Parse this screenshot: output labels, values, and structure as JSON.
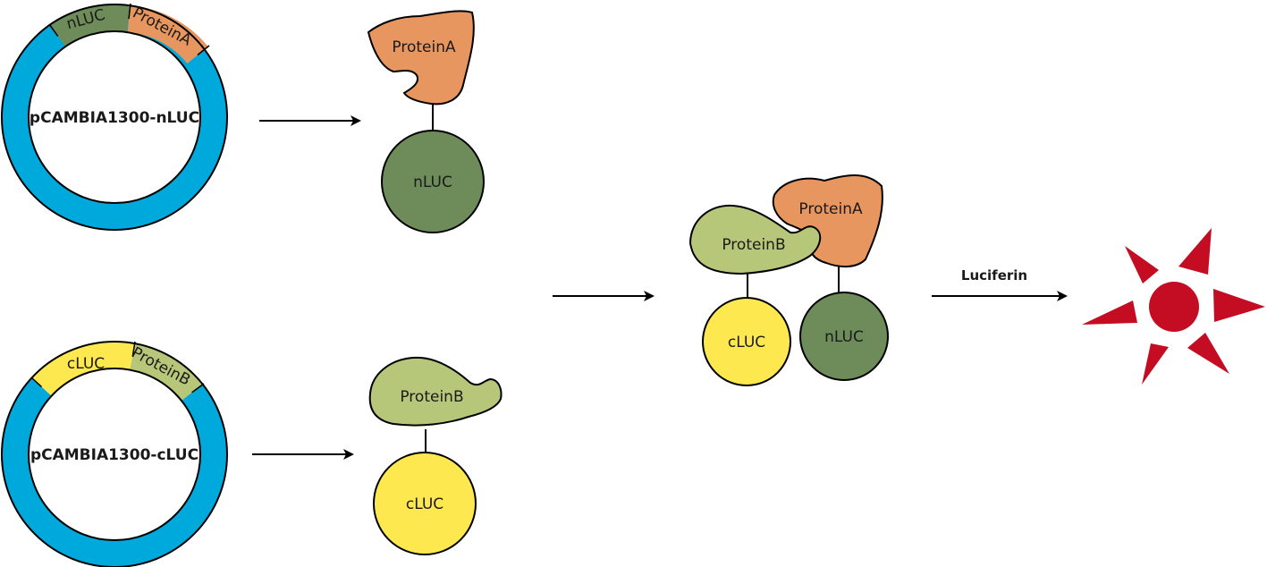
{
  "plasmid_top": {
    "name": "pCAMBIA1300-nLUC",
    "seg1": "nLUC",
    "seg2": "ProteinA"
  },
  "plasmid_bottom": {
    "name": "pCAMBIA1300-cLUC",
    "seg1": "cLUC",
    "seg2": "ProteinB"
  },
  "fusion_top": {
    "protein": "ProteinA",
    "luc": "nLUC"
  },
  "fusion_bottom": {
    "protein": "ProteinB",
    "luc": "cLUC"
  },
  "complex": {
    "proteinB": "ProteinB",
    "proteinA": "ProteinA",
    "cluc": "cLUC",
    "nluc": "nLUC"
  },
  "substrate_label": "Luciferin",
  "colors": {
    "plasmid_ring": "#00a9dc",
    "nluc": "#6e8c5a",
    "proteinA": "#e89660",
    "cluc": "#fde84f",
    "proteinB": "#b7c779",
    "light": "#c40d23"
  }
}
